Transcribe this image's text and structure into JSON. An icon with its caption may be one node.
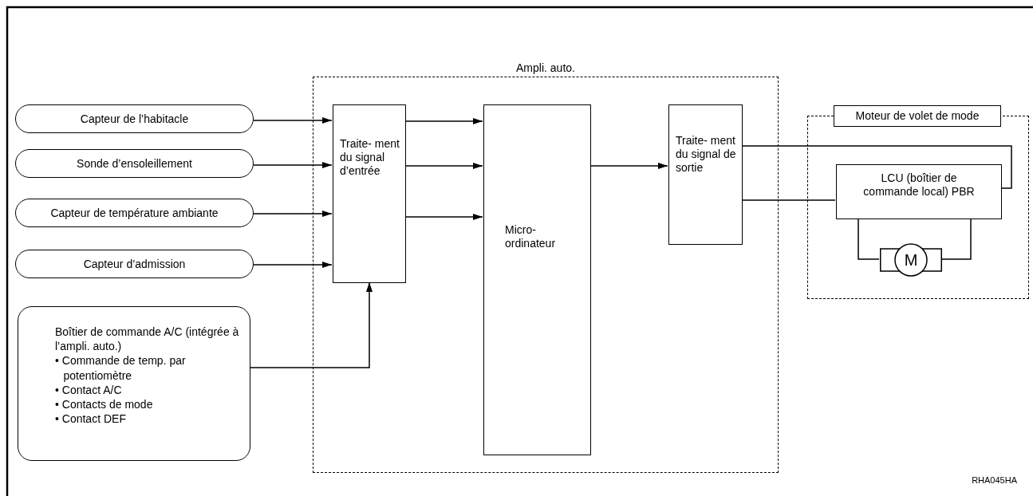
{
  "diagram": {
    "nodes": [
      {
        "text": [
          "Ampli. auto."
        ]
      },
      {
        "text": [
          "Capteur de l’habitacle"
        ]
      },
      {
        "text": [
          "Sonde d’ensoleillement"
        ]
      },
      {
        "text": [
          "Capteur de température ambiante"
        ]
      },
      {
        "text": [
          "Capteur d’admission"
        ]
      },
      {
        "text": [
          "Boîtier de commande A/C (intégrée à l’ampli. auto.)",
          "• Commande de temp. par potentiomètre",
          "• Contact A/C",
          "• Contacts de mode",
          "• Contact DEF"
        ]
      },
      {
        "text": [
          "Traite- ment du signal d’entrée"
        ],
        "in": 0
      },
      {
        "text": [
          "Micro- ordinateur"
        ],
        "in": 0
      },
      {
        "text": [
          "Traite- ment du signal de sortie"
        ],
        "in": 0
      },
      {
        "text": [
          "Moteur de volet de mode"
        ]
      },
      {
        "text": [
          "LCU (boîtier de commande local) PBR"
        ],
        "in": 9
      },
      {
        "text": [
          "M"
        ],
        "in": 9
      }
    ],
    "edges": [
      {
        "from": 1,
        "to": 6,
        "arrow": "to"
      },
      {
        "from": 2,
        "to": 6,
        "arrow": "to"
      },
      {
        "from": 3,
        "to": 6,
        "arrow": "to"
      },
      {
        "from": 4,
        "to": 6,
        "arrow": "to"
      },
      {
        "from": 5,
        "to": 6,
        "arrow": "to"
      },
      {
        "from": 6,
        "to": 7,
        "arrow": "to"
      },
      {
        "from": 6,
        "to": 7,
        "arrow": "to"
      },
      {
        "from": 6,
        "to": 7,
        "arrow": "to"
      },
      {
        "from": 7,
        "to": 8,
        "arrow": "to"
      },
      {
        "from": 8,
        "to": 10,
        "arrow": "none"
      },
      {
        "from": 8,
        "to": 10,
        "arrow": "none"
      },
      {
        "from": 10,
        "to": 11,
        "arrow": "none"
      },
      {
        "from": 10,
        "to": 11,
        "arrow": "none"
      }
    ],
    "labels": [
      "RHA045HA"
    ]
  }
}
